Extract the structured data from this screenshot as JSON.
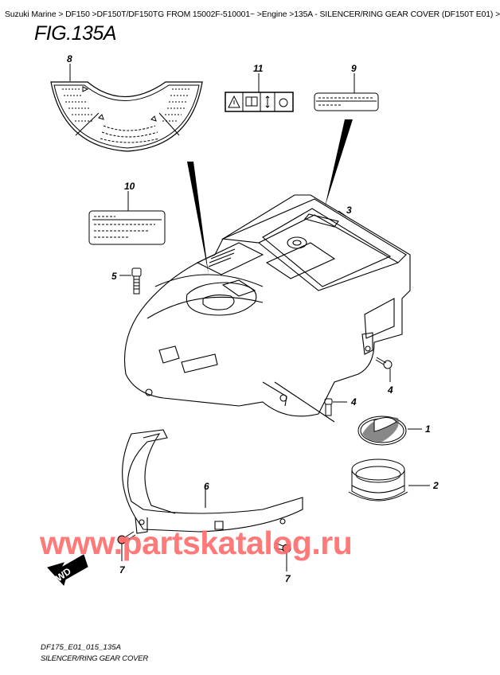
{
  "breadcrumb": {
    "text": "Suzuki Marine > DF150 >DF150T/DF150TG FROM 15002F-510001~ >Engine >135A - SILENCER/RING GEAR COVER (DF150T E01) >"
  },
  "figure": {
    "title": "FIG.135A",
    "code": "DF175_E01_015_135A",
    "name": "SILENCER/RING GEAR COVER"
  },
  "callouts": {
    "c1": "1",
    "c2": "2",
    "c3": "3",
    "c4a": "4",
    "c4b": "4",
    "c5": "5",
    "c6": "6",
    "c7a": "7",
    "c7b": "7",
    "c8": "8",
    "c9": "9",
    "c10": "10",
    "c11": "11"
  },
  "parts": [
    {
      "ref": "1",
      "name": "silencer-cap-mesh",
      "icon": "mesh-cap-icon"
    },
    {
      "ref": "2",
      "name": "ring-seal",
      "icon": "ring-icon"
    },
    {
      "ref": "3",
      "name": "silencer-cover",
      "icon": "cover-icon"
    },
    {
      "ref": "4",
      "name": "bolt",
      "icon": "bolt-icon"
    },
    {
      "ref": "5",
      "name": "bolt",
      "icon": "bolt-icon"
    },
    {
      "ref": "6",
      "name": "ring-gear-cover-bracket",
      "icon": "bracket-icon"
    },
    {
      "ref": "7",
      "name": "bolt",
      "icon": "bolt-icon"
    },
    {
      "ref": "8",
      "name": "caution-label-arc",
      "icon": "arc-label-icon"
    },
    {
      "ref": "9",
      "name": "label",
      "icon": "label-icon"
    },
    {
      "ref": "10",
      "name": "label",
      "icon": "label-icon"
    },
    {
      "ref": "11",
      "name": "warning-pictogram-label",
      "icon": "warning-label-icon"
    }
  ],
  "orientation": {
    "label": "FWD"
  },
  "watermark": {
    "text": "www.partskatalog.ru",
    "color": "#ff6e6e"
  }
}
